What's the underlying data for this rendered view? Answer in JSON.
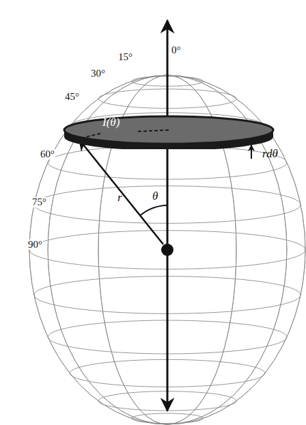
{
  "diagram": {
    "nodes": [
      {
        "text": [
          "I(θ)"
        ]
      }
    ],
    "labels": [
      "0°",
      "15°",
      "30°",
      "45°",
      "60°",
      "75°",
      "90°",
      "r",
      "θ",
      "rdθ"
    ]
  }
}
